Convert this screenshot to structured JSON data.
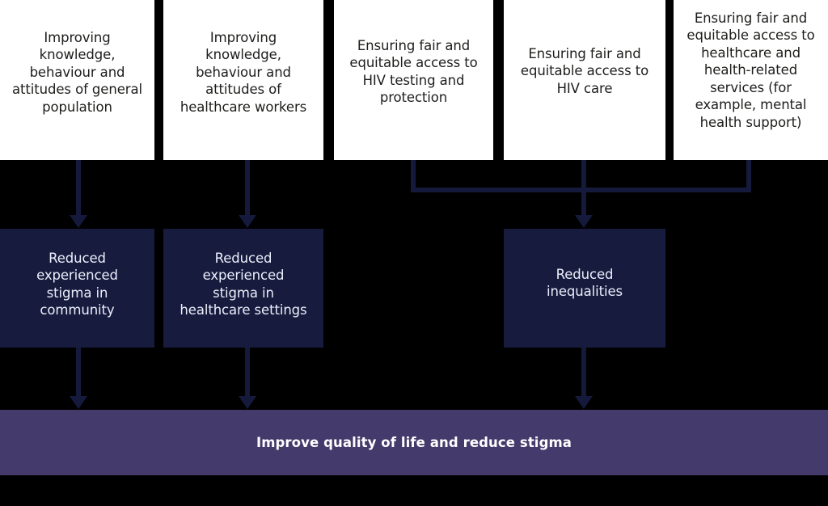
{
  "diagram": {
    "title": "Improve quality of life and reduce stigma",
    "background_color": "#000000",
    "colors": {
      "top_box_fill": "#ffffff",
      "top_box_text": "#1d1d1b",
      "mid_box_fill": "#171c3e",
      "mid_box_text": "#eceefb",
      "banner_fill": "#443a6b",
      "banner_text": "#ffffff",
      "connector": "#151a3d"
    }
  },
  "top_row": {
    "boxes": [
      {
        "label": "Improving\nknowledge,\nbehaviour and\nattitudes of general\npopulation"
      },
      {
        "label": "Improving\nknowledge,\nbehaviour and\nattitudes of\nhealthcare workers"
      },
      {
        "label": "Ensuring fair and\nequitable access to\nHIV testing and\nprotection"
      },
      {
        "label": "Ensuring fair and\nequitable access to\nHIV care"
      },
      {
        "label": "Ensuring fair and\nequitable access to\nhealthcare and\nhealth-related\nservices (for\nexample, mental\nhealth support)"
      }
    ]
  },
  "middle_row": {
    "boxes": [
      {
        "label": "Reduced\nexperienced\nstigma in\ncommunity"
      },
      {
        "label": "Reduced\nexperienced\nstigma in\nhealthcare settings"
      },
      {
        "label": "Reduced\ninequalities"
      }
    ]
  },
  "banner": {
    "label": "Improve quality of life and reduce stigma"
  }
}
